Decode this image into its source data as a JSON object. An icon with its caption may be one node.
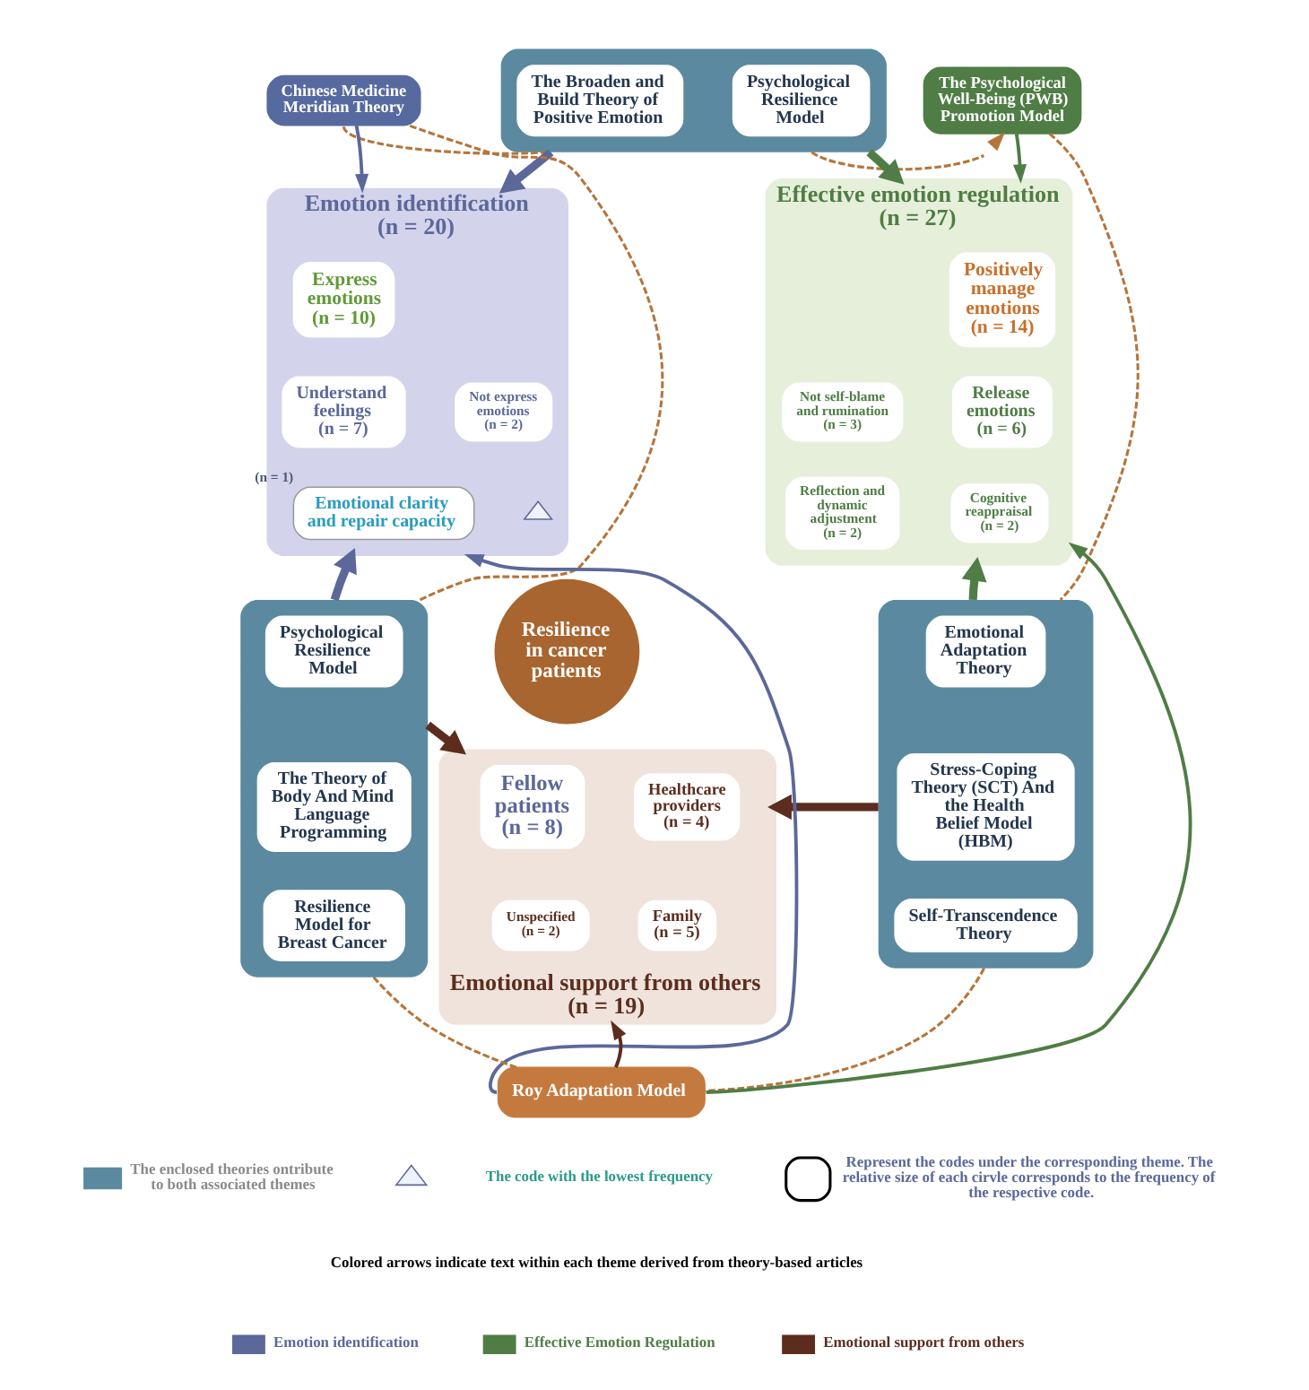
{
  "diagram": {
    "nodes": [
      {
        "text": [],
        "shape": "band"
      },
      {
        "text": [
          "The Broaden and Build Theory of Positive Emotion"
        ],
        "in": 0
      },
      {
        "text": [
          "Psychological Resilience Model"
        ],
        "in": 0
      },
      {
        "text": [
          "Chinese Medicine Meridian Theory"
        ]
      },
      {
        "text": [
          "The Psychological Well-Being (PWB) Promotion Model"
        ]
      },
      {
        "text": [
          "Emotion identification",
          "(n = 20)"
        ]
      },
      {
        "text": [
          "Express emotions",
          "(n = 10)"
        ],
        "in": 5
      },
      {
        "text": [
          "Understand feelings",
          "(n = 7)"
        ],
        "in": 5
      },
      {
        "text": [
          "Not express emotions",
          "(n = 2)"
        ],
        "in": 5
      },
      {
        "text": [
          "Emotional clarity and repair capacity"
        ],
        "beside": [
          "(n = 1)"
        ],
        "in": 5
      },
      {
        "text": [
          "Effective emotion regulation",
          "(n = 27)"
        ]
      },
      {
        "text": [
          "Positively manage emotions",
          "(n = 14)"
        ],
        "in": 10
      },
      {
        "text": [
          "Not self-blame and rumination",
          "(n = 3)"
        ],
        "in": 10
      },
      {
        "text": [
          "Release emotions",
          "(n = 6)"
        ],
        "in": 10
      },
      {
        "text": [
          "Reflection and dynamic adjustment",
          "(n = 2)"
        ],
        "in": 10
      },
      {
        "text": [
          "Cognitive reappraisal",
          "(n = 2)"
        ],
        "in": 10
      },
      {
        "text": [
          "Resilience in cancer patients"
        ]
      },
      {
        "text": [],
        "shape": "band"
      },
      {
        "text": [
          "Psychological Resilience Model"
        ],
        "in": 17
      },
      {
        "text": [
          "The Theory of Body And Mind Language Programming"
        ],
        "in": 17
      },
      {
        "text": [
          "Resilience Model for Breast Cancer"
        ],
        "in": 17
      },
      {
        "text": [
          "Emotional support from others",
          "(n = 19)"
        ]
      },
      {
        "text": [
          "Fellow patients",
          "(n = 8)"
        ],
        "in": 21
      },
      {
        "text": [
          "Healthcare providers",
          "(n = 4)"
        ],
        "in": 21
      },
      {
        "text": [
          "Unspecified",
          "(n = 2)"
        ],
        "in": 21
      },
      {
        "text": [
          "Family",
          "(n = 5)"
        ],
        "in": 21
      },
      {
        "text": [],
        "shape": "band"
      },
      {
        "text": [
          "Emotional Adaptation Theory"
        ],
        "in": 26
      },
      {
        "text": [
          "Stress-Coping Theory (SCT) And the Health Belief Model (HBM)"
        ],
        "in": 26
      },
      {
        "text": [
          "Self-Transcendence Theory"
        ],
        "in": 26
      },
      {
        "text": [
          "Roy Adaptation Model"
        ]
      }
    ],
    "edges": [
      {
        "from": 0,
        "to": 5,
        "arrow": "to",
        "style": "thick",
        "color": "#5b6899"
      },
      {
        "from": 0,
        "to": 10,
        "arrow": "to",
        "style": "thick",
        "color": "#4f7d45"
      },
      {
        "from": 3,
        "to": 5,
        "arrow": "to",
        "color": "#5b6899"
      },
      {
        "from": 4,
        "to": 10,
        "arrow": "to",
        "color": "#4f7d45"
      },
      {
        "from": 30,
        "to": 5,
        "arrow": "to",
        "color": "#5b6899"
      },
      {
        "from": 30,
        "to": 10,
        "arrow": "to",
        "color": "#4f7d45"
      },
      {
        "from": 17,
        "to": 5,
        "arrow": "to",
        "style": "thick",
        "color": "#5b6899"
      },
      {
        "from": 26,
        "to": 10,
        "arrow": "to",
        "style": "thick",
        "color": "#4f7d45"
      },
      {
        "from": 17,
        "to": 21,
        "arrow": "to",
        "style": "thick",
        "color": "#5c2d1e"
      },
      {
        "from": 26,
        "to": 21,
        "arrow": "to",
        "style": "thick",
        "color": "#5c2d1e"
      },
      {
        "from": 30,
        "to": 21,
        "arrow": "to",
        "color": "#5c2d1e"
      },
      {
        "from": 0,
        "to": 4,
        "arrow": "none",
        "style": "dashed",
        "color": "#b5753a"
      },
      {
        "from": 4,
        "to": 26,
        "arrow": "none",
        "style": "dashed",
        "color": "#b5753a"
      },
      {
        "from": 26,
        "to": 30,
        "arrow": "none",
        "style": "dashed",
        "color": "#b5753a"
      },
      {
        "from": 30,
        "to": 17,
        "arrow": "none",
        "style": "dashed",
        "color": "#b5753a"
      },
      {
        "from": 17,
        "to": 3,
        "arrow": "none",
        "style": "dashed",
        "color": "#b5753a"
      },
      {
        "from": 3,
        "to": 0,
        "arrow": "none",
        "style": "dashed",
        "color": "#b5753a"
      }
    ],
    "labels": [
      "Colored arrows indicate text within each theme derived from theory-based articles"
    ],
    "legend": [
      {
        "text": "The enclosed theories ontribute to both associated themes",
        "color": "#5b8aa0"
      },
      {
        "text": "The code with the lowest frequency"
      },
      {
        "text": "Represent the codes under the corresponding theme. The relative size of each cirvle corresponds to the frequency of the respective code."
      },
      {
        "text": "Emotion identification",
        "color": "#5b6899"
      },
      {
        "text": "Effective Emotion Regulation",
        "color": "#4f7d45"
      },
      {
        "text": "Emotional support from others",
        "color": "#5c2d1e"
      }
    ]
  }
}
